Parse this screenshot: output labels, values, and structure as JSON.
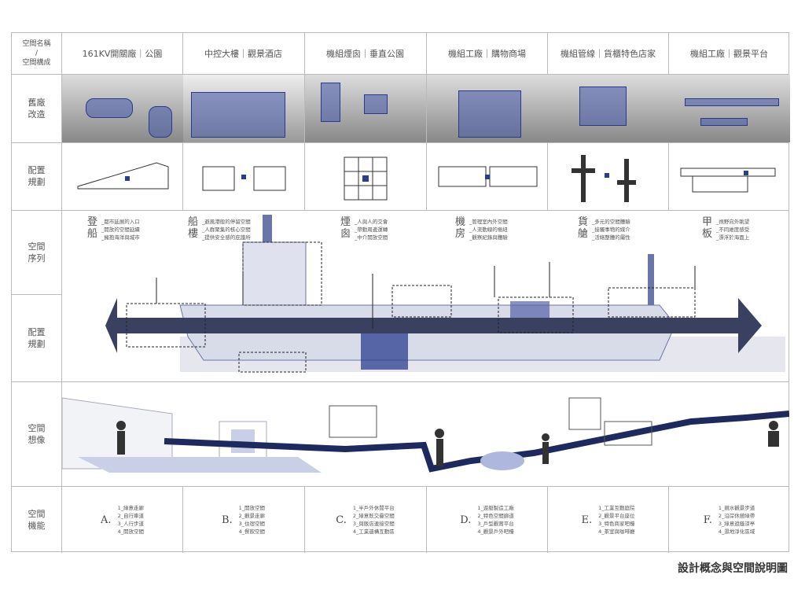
{
  "header_label": [
    "空間名稱",
    "/",
    "空間構成"
  ],
  "columns": [
    "161KV開關廠｜公園",
    "中控大樓｜觀景酒店",
    "機組煙囪｜垂直公園",
    "機組工廠｜購物商場",
    "機組管線｜貨櫃特色店家",
    "機組工廠｜觀景平台"
  ],
  "row_labels": {
    "old": "舊廠改造",
    "plan": "配置規劃",
    "sequence": "空間序列",
    "plan2": "配置規劃",
    "imagine": "空間想像",
    "function": "空間機能"
  },
  "annotations": [
    {
      "title": "登船",
      "items": [
        "_都市延展的入口",
        "_開放的空間延續",
        "_擁抱海洋與城市"
      ]
    },
    {
      "title": "船樓",
      "items": [
        "_避風港般的停留空間",
        "_人群聚集的核心空間",
        "_提供安全感的庇護所"
      ]
    },
    {
      "title": "煙囪",
      "items": [
        "_人與人的交會",
        "_帶動周邊運轉",
        "_中介開放空間"
      ]
    },
    {
      "title": "機房",
      "items": [
        "_管理室內外空間",
        "_人流動線的樞紐",
        "_觀察紀錄與體驗"
      ]
    },
    {
      "title": "貨艙",
      "items": [
        "_多元的空間體驗",
        "_接觸事物的媒介",
        "_活絡整體的屬性"
      ]
    },
    {
      "title": "甲板",
      "items": [
        "_視野向外眺望",
        "_不同維度感受",
        "_漂浮於海面上"
      ]
    }
  ],
  "functions": [
    {
      "letter": "A.",
      "items": [
        "1_綠意走廊",
        "2_自行車道",
        "3_人行步道",
        "4_開放空間"
      ]
    },
    {
      "letter": "B.",
      "items": [
        "1_開放空間",
        "2_觀景走廊",
        "3_住宿空間",
        "4_餐飲空間"
      ]
    },
    {
      "letter": "C.",
      "items": [
        "1_半戶外休閒平台",
        "2_綠意既交疊空間",
        "3_與飯店連接空間",
        "4_工業遺構互動區"
      ]
    },
    {
      "letter": "D.",
      "items": [
        "1_遊艇製造工廠",
        "2_特色空間廊道",
        "3_戶型觀賞平台",
        "4_觀景戶外吧檯"
      ]
    },
    {
      "letter": "E.",
      "items": [
        "1_工業互動庭院",
        "2_觀景平台座位",
        "3_特色商家吧檯",
        "4_茶室與咖啡廳"
      ]
    },
    {
      "letter": "F.",
      "items": [
        "1_親水觀景步道",
        "2_沿岸休憩綠帶",
        "3_綠意遮蔭涼亭",
        "4_濕地淨化區域"
      ]
    }
  ],
  "caption": "設計概念與空間說明圖",
  "colors": {
    "accent": "#2b3d8f",
    "arrow": "#3a4160",
    "grid": "#bbbbbb"
  }
}
